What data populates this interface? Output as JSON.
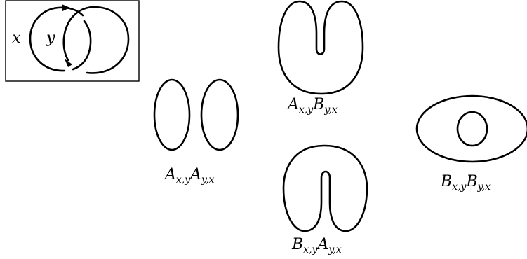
{
  "inset": {
    "var_x": "x",
    "var_y": "y"
  },
  "states": [
    {
      "id": "AxyAyx",
      "op1": "A",
      "sub1": "x,y",
      "op2": "A",
      "sub2": "y,x"
    },
    {
      "id": "AxyByx",
      "op1": "A",
      "sub1": "x,y",
      "op2": "B",
      "sub2": "y,x"
    },
    {
      "id": "BxyAyx",
      "op1": "B",
      "sub1": "x,y",
      "op2": "A",
      "sub2": "y,x"
    },
    {
      "id": "BxyByx",
      "op1": "B",
      "sub1": "x,y",
      "op2": "B",
      "sub2": "y,x"
    }
  ],
  "colors": {
    "stroke": "#000000",
    "background": "#ffffff"
  }
}
